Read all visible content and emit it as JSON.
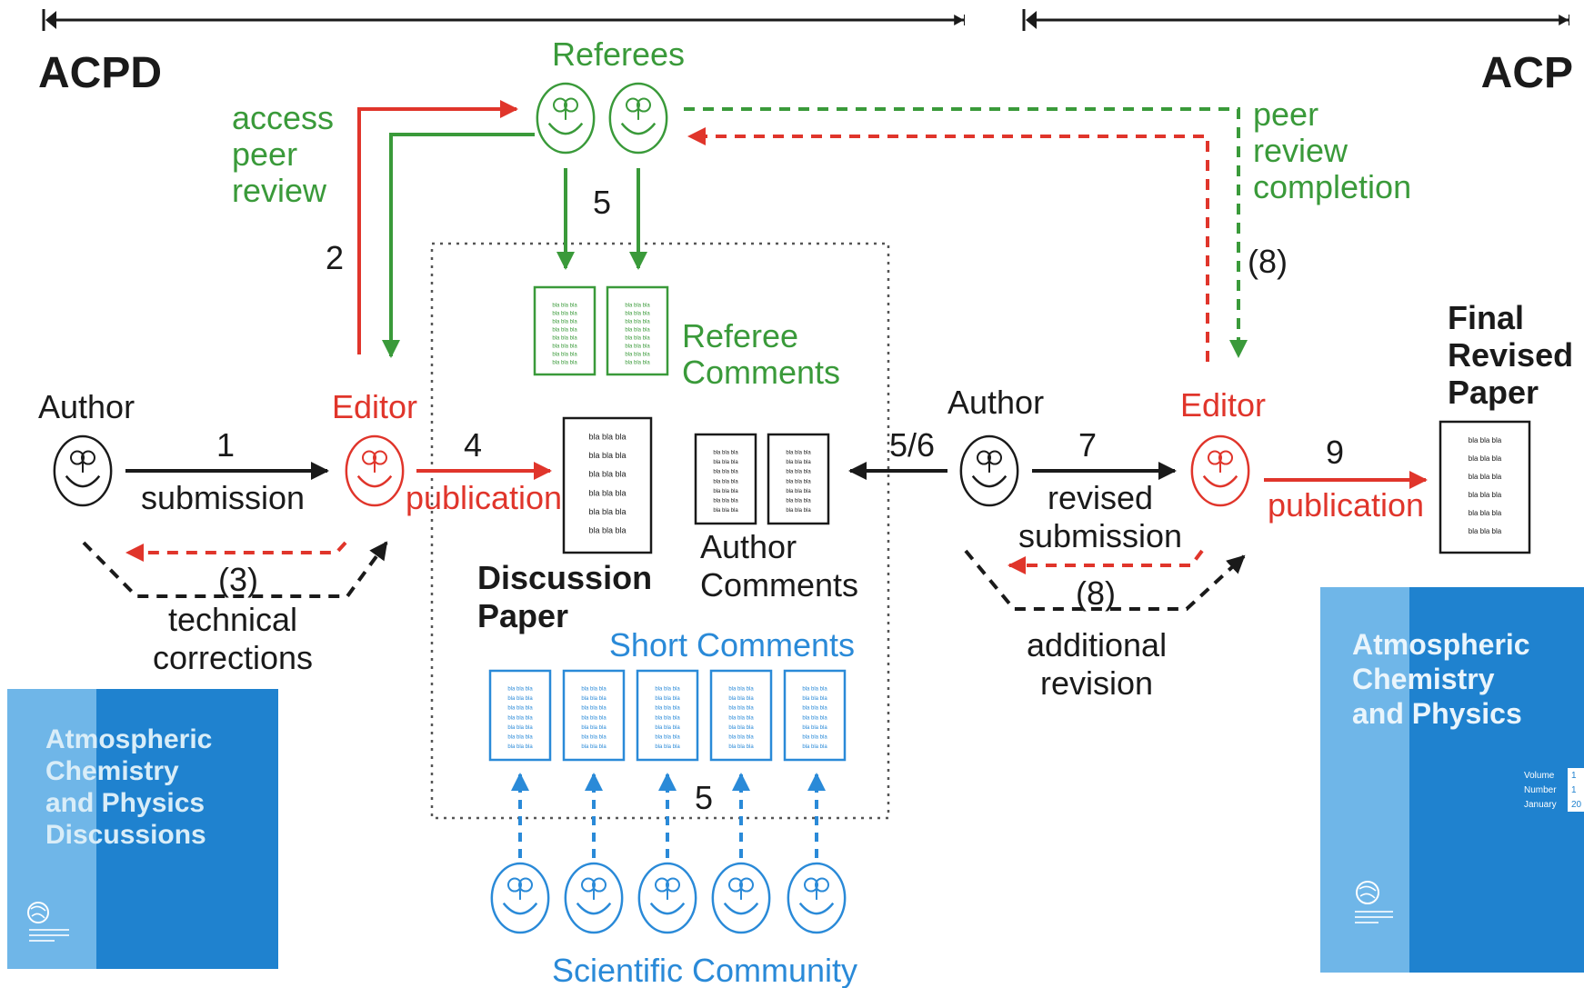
{
  "colors": {
    "black": "#1a1a1a",
    "red": "#e0352b",
    "green": "#3a9a3a",
    "blue": "#2a8ad8",
    "cover_light": "#6fb6e8",
    "cover_dark": "#1f82cf"
  },
  "headers": {
    "left": "ACPD",
    "right": "ACP"
  },
  "roles": {
    "referees": "Referees",
    "author_left": "Author",
    "editor_left": "Editor",
    "author_right": "Author",
    "editor_right": "Editor",
    "community": "Scientific Community"
  },
  "labels": {
    "access_line1": "access",
    "access_line2": "peer",
    "access_line3": "review",
    "completion_line1": "peer",
    "completion_line2": "review",
    "completion_line3": "completion",
    "referee_comments_line1": "Referee",
    "referee_comments_line2": "Comments",
    "discussion_paper_line1": "Discussion",
    "discussion_paper_line2": "Paper",
    "author_comments_line1": "Author",
    "author_comments_line2": "Comments",
    "short_comments": "Short Comments",
    "final_line1": "Final",
    "final_line2": "Revised",
    "final_line3": "Paper",
    "submission": "submission",
    "publication_left": "publication",
    "technical_line1": "technical",
    "technical_line2": "corrections",
    "revised_line1": "revised",
    "revised_line2": "submission",
    "publication_right": "publication",
    "additional_line1": "additional",
    "additional_line2": "revision"
  },
  "steps": {
    "s1": "1",
    "s2": "2",
    "s3": "(3)",
    "s4": "4",
    "s5_top": "5",
    "s5_bottom": "5",
    "s56": "5/6",
    "s7": "7",
    "s8_top": "(8)",
    "s8_bottom": "(8)",
    "s9": "9"
  },
  "doc_filler_text": "bla bla bla",
  "covers": {
    "acpd": {
      "title_line1": "Atmospheric",
      "title_line2": "Chemistry",
      "title_line3": "and Physics",
      "title_line4": "Discussions"
    },
    "acp": {
      "title_line1": "Atmospheric",
      "title_line2": "Chemistry",
      "title_line3": "and Physics",
      "meta_labels": [
        "Volume",
        "Number",
        "January"
      ],
      "meta_values": [
        "1",
        "1",
        "20"
      ]
    }
  },
  "icons": {
    "face": "smiley-face-icon",
    "document": "document-icon",
    "logo": "egs-logo-icon"
  }
}
